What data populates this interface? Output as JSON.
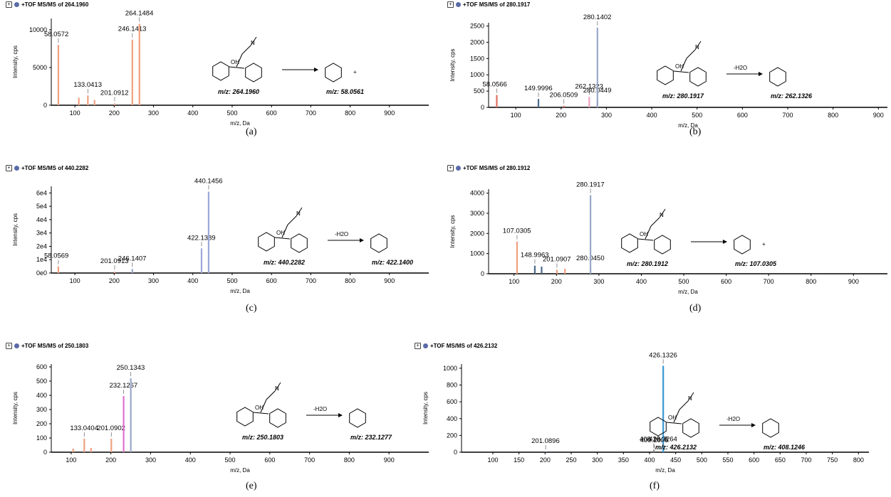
{
  "chart_data": [
    {
      "type": "bar",
      "title": "+TOF MS/MS of 264.1960",
      "xlabel": "m/z, Da",
      "ylabel": "Intensity, cps",
      "xlim": [
        40,
        1000
      ],
      "ylim": [
        0,
        11500
      ],
      "xticks": [
        100,
        200,
        300,
        400,
        500,
        600,
        700,
        800,
        900
      ],
      "yticks": [
        0,
        5000,
        10000
      ],
      "ytick_labels": [
        "0",
        "5000",
        "10000"
      ],
      "peaks": [
        {
          "x": 58.0572,
          "y": 8000,
          "color": "#f0a080",
          "label": "58.0572"
        },
        {
          "x": 110,
          "y": 1000,
          "color": "#f0a080",
          "label": ""
        },
        {
          "x": 133.0413,
          "y": 1300,
          "color": "#f0a080",
          "label": "133.0413"
        },
        {
          "x": 150,
          "y": 700,
          "color": "#f0a080",
          "label": ""
        },
        {
          "x": 201.0912,
          "y": 250,
          "color": "#f0a080",
          "label": "201.0912"
        },
        {
          "x": 246.1413,
          "y": 8700,
          "color": "#f0a080",
          "label": "246.1413"
        },
        {
          "x": 264.1484,
          "y": 10800,
          "color": "#f0a080",
          "label": "264.1484"
        }
      ],
      "scheme": {
        "mz1": "m/z: 264.1960",
        "mz2": "m/z: 58.0561",
        "arrow": "",
        "plus": "+"
      },
      "caption": "(a)"
    },
    {
      "type": "bar",
      "title": "+TOF MS/MS of 280.1917",
      "xlabel": "m/z, Da",
      "ylabel": "Intensity, cps",
      "xlim": [
        40,
        920
      ],
      "ylim": [
        0,
        2600
      ],
      "xticks": [
        100,
        200,
        300,
        400,
        500,
        600,
        700,
        800,
        900
      ],
      "yticks": [
        0,
        500,
        1000,
        1500,
        2000,
        2500
      ],
      "ytick_labels": [
        "0",
        "500",
        "1000",
        "1500",
        "2000",
        "2500"
      ],
      "peaks": [
        {
          "x": 58.0566,
          "y": 380,
          "color": "#e07060",
          "label": "58.0566"
        },
        {
          "x": 149.9996,
          "y": 260,
          "color": "#4a6a8a",
          "label": "149.9996"
        },
        {
          "x": 206.0509,
          "y": 50,
          "color": "#e07060",
          "label": "206.0509"
        },
        {
          "x": 262.1323,
          "y": 320,
          "color": "#f0a0c0",
          "label": "262.1323"
        },
        {
          "x": 280.0449,
          "y": 200,
          "color": "#9aa8c8",
          "label": "280.0449"
        },
        {
          "x": 280.1402,
          "y": 2450,
          "color": "#9aa8c8",
          "label": "280.1402"
        }
      ],
      "scheme": {
        "mz1": "m/z: 280.1917",
        "mz2": "m/z: 262.1326",
        "arrow": "-H2O",
        "plus": ""
      },
      "caption": "(b)"
    },
    {
      "type": "bar",
      "title": "+TOF MS/MS of 440.2282",
      "xlabel": "m/z, Da",
      "ylabel": "Intensity, cps",
      "xlim": [
        40,
        1000
      ],
      "ylim": [
        0,
        65000
      ],
      "xticks": [
        100,
        200,
        300,
        400,
        500,
        600,
        700,
        800,
        900
      ],
      "yticks": [
        0,
        10000,
        20000,
        30000,
        40000,
        50000,
        60000
      ],
      "ytick_labels": [
        "0e0",
        "1e4",
        "2e4",
        "3e4",
        "4e4",
        "5e4",
        "6e4"
      ],
      "peaks": [
        {
          "x": 58.0569,
          "y": 5000,
          "color": "#f0a080",
          "label": "58.0569"
        },
        {
          "x": 201.0913,
          "y": 1000,
          "color": "#f0a080",
          "label": "201.0913"
        },
        {
          "x": 246.1407,
          "y": 3000,
          "color": "#9aa8c8",
          "label": "246.1407"
        },
        {
          "x": 422.1389,
          "y": 18500,
          "color": "#9aa8d8",
          "label": "422.1389"
        },
        {
          "x": 440.1456,
          "y": 61000,
          "color": "#9aa8d8",
          "label": "440.1456"
        }
      ],
      "scheme": {
        "mz1": "m/z: 440.2282",
        "mz2": "m/z: 422.1400",
        "arrow": "-H2O",
        "plus": ""
      },
      "caption": "(c)"
    },
    {
      "type": "bar",
      "title": "+TOF MS/MS of 280.1912",
      "xlabel": "m/z, Da",
      "ylabel": "Intensity, cps",
      "xlim": [
        40,
        980
      ],
      "ylim": [
        0,
        4200
      ],
      "xticks": [
        100,
        200,
        300,
        400,
        500,
        600,
        700,
        800,
        900
      ],
      "yticks": [
        0,
        1000,
        2000,
        3000,
        4000
      ],
      "ytick_labels": [
        "0",
        "1000",
        "2000",
        "3000",
        "4000"
      ],
      "peaks": [
        {
          "x": 107.0305,
          "y": 1600,
          "color": "#f0a080",
          "label": "107.0305"
        },
        {
          "x": 148.9963,
          "y": 400,
          "color": "#4a6a8a",
          "label": "148.9963"
        },
        {
          "x": 165,
          "y": 350,
          "color": "#4a6a8a",
          "label": ""
        },
        {
          "x": 201.0907,
          "y": 200,
          "color": "#f0a080",
          "label": "201.0907"
        },
        {
          "x": 220,
          "y": 250,
          "color": "#f0a080",
          "label": ""
        },
        {
          "x": 280.045,
          "y": 250,
          "color": "#9aa8c8",
          "label": "280.0450"
        },
        {
          "x": 280.1917,
          "y": 3900,
          "color": "#9aa8c8",
          "label": "280.1917"
        }
      ],
      "scheme": {
        "mz1": "m/z: 280.1912",
        "mz2": "m/z: 107.0305",
        "arrow": "",
        "plus": "+"
      },
      "caption": "(d)"
    },
    {
      "type": "bar",
      "title": "+TOF MS/MS of 250.1803",
      "xlabel": "m/z, Da",
      "ylabel": "Intensity, cps",
      "xlim": [
        50,
        1000
      ],
      "ylim": [
        0,
        620
      ],
      "xticks": [
        100,
        200,
        300,
        400,
        500,
        600,
        700,
        800,
        900
      ],
      "yticks": [
        0,
        100,
        200,
        300,
        400,
        500,
        600
      ],
      "ytick_labels": [
        "0",
        "100",
        "200",
        "300",
        "400",
        "500",
        "600"
      ],
      "peaks": [
        {
          "x": 105,
          "y": 25,
          "color": "#f0a080",
          "label": ""
        },
        {
          "x": 133.0404,
          "y": 95,
          "color": "#f0a080",
          "label": "133.0404"
        },
        {
          "x": 150,
          "y": 30,
          "color": "#f0a080",
          "label": ""
        },
        {
          "x": 201.0902,
          "y": 95,
          "color": "#f0a080",
          "label": "201.0902"
        },
        {
          "x": 232.1267,
          "y": 395,
          "color": "#e070d0",
          "label": "232.1267"
        },
        {
          "x": 250.1343,
          "y": 520,
          "color": "#9aa8c8",
          "label": "250.1343"
        }
      ],
      "scheme": {
        "mz1": "m/z: 250.1803",
        "mz2": "m/z: 232.1277",
        "arrow": "-H2O",
        "plus": ""
      },
      "caption": "(e)"
    },
    {
      "type": "bar",
      "title": "+TOF MS/MS of 426.2132",
      "xlabel": "m/z, Da",
      "ylabel": "Intensity, cps",
      "xlim": [
        40,
        820
      ],
      "ylim": [
        0,
        1050
      ],
      "xticks": [
        100,
        150,
        200,
        250,
        300,
        350,
        400,
        450,
        500,
        550,
        600,
        650,
        700,
        750,
        800
      ],
      "yticks": [
        0,
        200,
        400,
        600,
        800,
        1000
      ],
      "ytick_labels": [
        "0",
        "200",
        "400",
        "600",
        "800",
        "1000"
      ],
      "peaks": [
        {
          "x": 201.0896,
          "y": 8,
          "color": "#4a6a8a",
          "label": "201.0896"
        },
        {
          "x": 408.1246,
          "y": 30,
          "color": "#888888",
          "label": "408.1246"
        },
        {
          "x": 409.2036,
          "y": 15,
          "color": "#888888",
          "label": "409.2036"
        },
        {
          "x": 426.1326,
          "y": 1030,
          "color": "#3a9ad8",
          "label": "426.1326"
        },
        {
          "x": 426.2264,
          "y": 30,
          "color": "#3a9ad8",
          "label": "426.2264"
        }
      ],
      "scheme": {
        "mz1": "m/z: 426.2132",
        "mz2": "m/z: 408.1246",
        "arrow": "-H2O",
        "plus": ""
      },
      "caption": "(f)"
    }
  ]
}
